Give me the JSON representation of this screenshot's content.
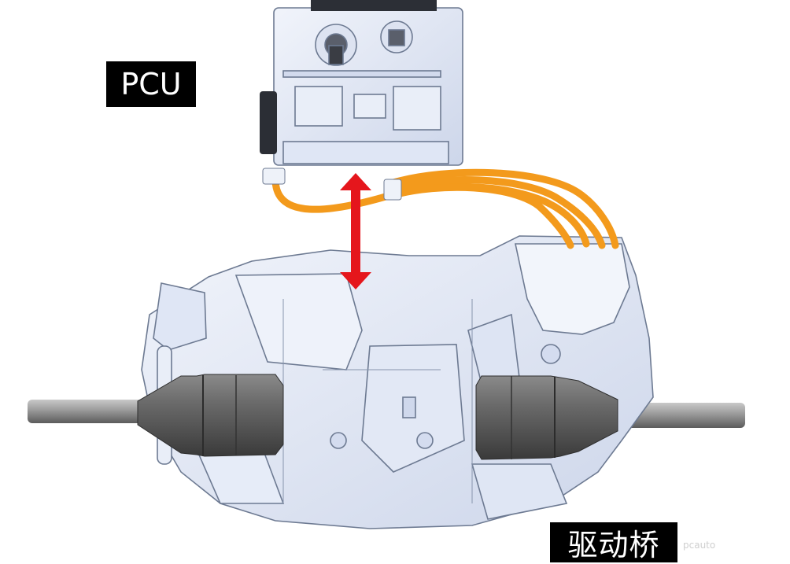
{
  "labels": {
    "pcu": "PCU",
    "drive_axle": "驱动桥"
  },
  "watermark": "pcauto",
  "colors": {
    "background": "#ffffff",
    "casting": "#e6ecf8",
    "casting_edge": "#6d7a92",
    "cable": "#f39a1c",
    "arrow": "#e5161c",
    "boot": "#5f5f5f",
    "shaft": "#8c8c8c",
    "label_bg": "#000000",
    "label_text": "#ffffff"
  },
  "components": [
    "pcu-unit",
    "hv-cables",
    "transaxle-housing",
    "left-cv-boot",
    "right-cv-boot",
    "left-axle-shaft",
    "right-axle-shaft",
    "connection-arrow"
  ]
}
